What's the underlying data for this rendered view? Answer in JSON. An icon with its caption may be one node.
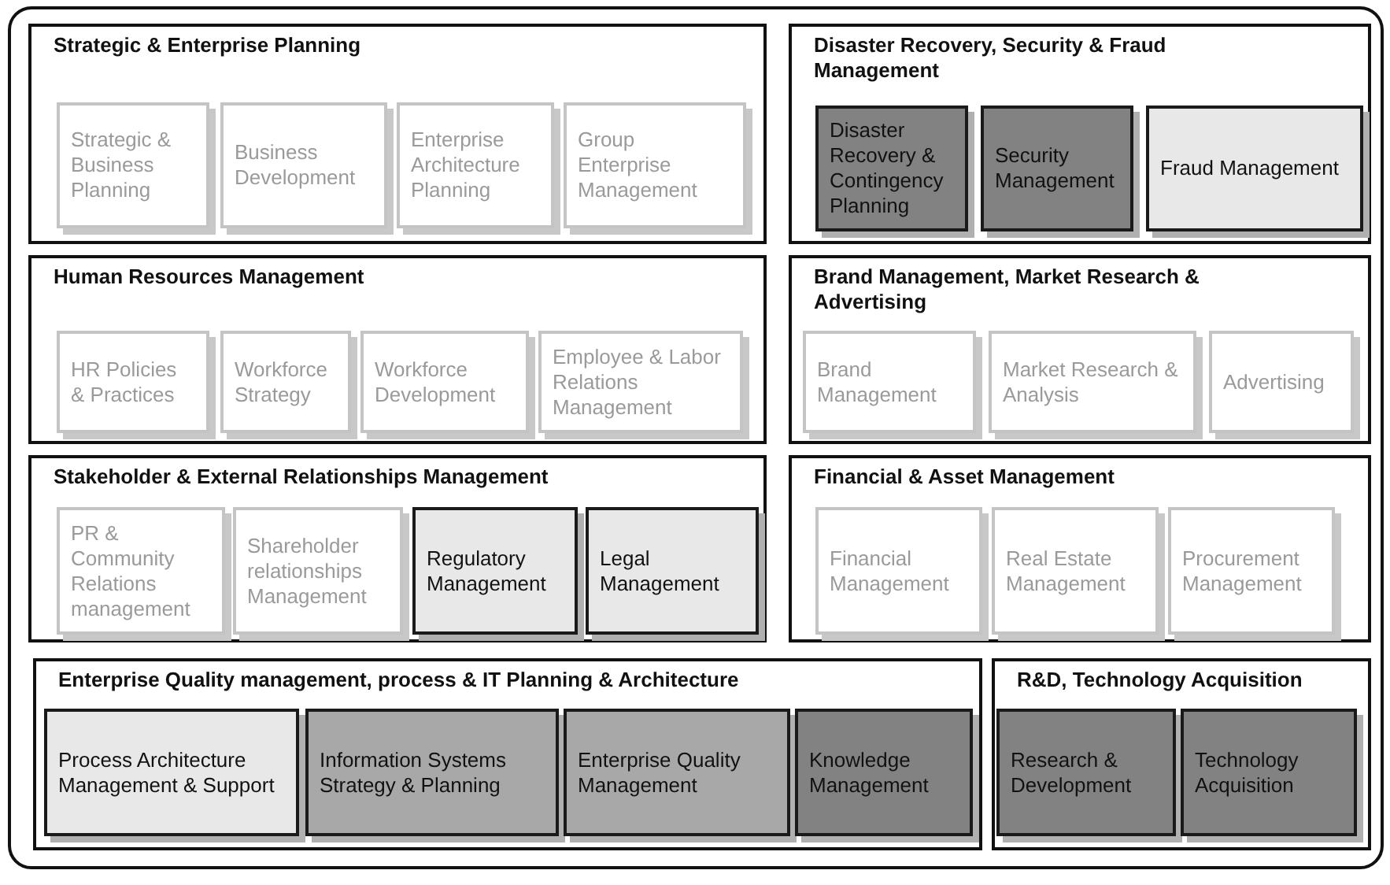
{
  "diagram": {
    "nodes": [
      {
        "text": [
          "Strategic & Enterprise Planning"
        ]
      },
      {
        "text": [
          "Strategic & Business Planning"
        ],
        "in": 0
      },
      {
        "text": [
          "Business Development"
        ],
        "in": 0
      },
      {
        "text": [
          "Enterprise Architecture Planning"
        ],
        "in": 0
      },
      {
        "text": [
          "Group Enterprise Management"
        ],
        "in": 0
      },
      {
        "text": [
          "Disaster Recovery, Security & Fraud Management"
        ]
      },
      {
        "text": [
          "Disaster Recovery & Contingency Planning"
        ],
        "in": 5
      },
      {
        "text": [
          "Security Management"
        ],
        "in": 5
      },
      {
        "text": [
          "Fraud Management"
        ],
        "in": 5
      },
      {
        "text": [
          "Human Resources Management"
        ]
      },
      {
        "text": [
          "HR Policies & Practices"
        ],
        "in": 9
      },
      {
        "text": [
          "Workforce Strategy"
        ],
        "in": 9
      },
      {
        "text": [
          "Workforce Development"
        ],
        "in": 9
      },
      {
        "text": [
          "Employee & Labor Relations Management"
        ],
        "in": 9
      },
      {
        "text": [
          "Brand Management, Market Research & Advertising"
        ]
      },
      {
        "text": [
          "Brand Management"
        ],
        "in": 14
      },
      {
        "text": [
          "Market Research & Analysis"
        ],
        "in": 14
      },
      {
        "text": [
          "Advertising"
        ],
        "in": 14
      },
      {
        "text": [
          "Stakeholder & External Relationships Management"
        ]
      },
      {
        "text": [
          "PR & Community Relations management"
        ],
        "in": 18
      },
      {
        "text": [
          "Shareholder relationships Management"
        ],
        "in": 18
      },
      {
        "text": [
          "Regulatory Management"
        ],
        "in": 18
      },
      {
        "text": [
          "Legal Management"
        ],
        "in": 18
      },
      {
        "text": [
          "Financial & Asset Management"
        ]
      },
      {
        "text": [
          "Financial Management"
        ],
        "in": 23
      },
      {
        "text": [
          "Real Estate Management"
        ],
        "in": 23
      },
      {
        "text": [
          "Procurement Management"
        ],
        "in": 23
      },
      {
        "text": [
          "Enterprise Quality management, process & IT Planning & Architecture"
        ]
      },
      {
        "text": [
          "Process Architecture Management & Support"
        ],
        "in": 27
      },
      {
        "text": [
          "Information Systems Strategy & Planning"
        ],
        "in": 27
      },
      {
        "text": [
          "Enterprise Quality Management"
        ],
        "in": 27
      },
      {
        "text": [
          "Knowledge Management"
        ],
        "in": 27
      },
      {
        "text": [
          "R&D, Technology Acquisition"
        ]
      },
      {
        "text": [
          "Research & Development"
        ],
        "in": 32
      },
      {
        "text": [
          "Technology Acquisition"
        ],
        "in": 32
      }
    ]
  }
}
